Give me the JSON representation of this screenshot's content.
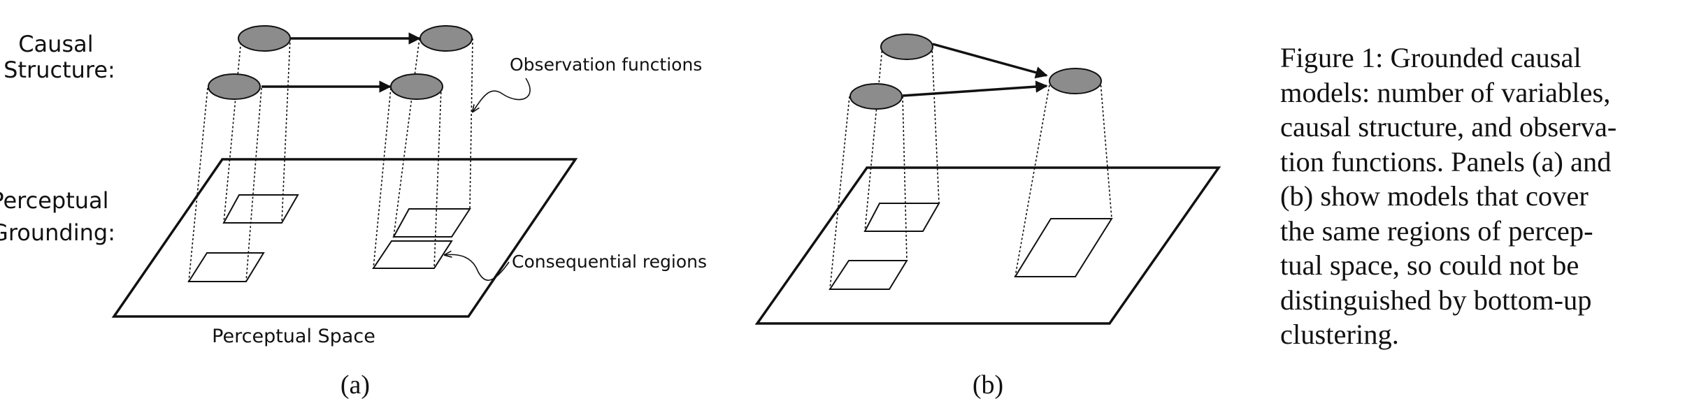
{
  "panel_a": {
    "label_causal": [
      "Causal",
      "Structure:"
    ],
    "label_perceptual": [
      "Perceptual",
      "Grounding:"
    ],
    "annotation_observation": "Observation functions",
    "annotation_regions": "Consequential regions",
    "space_label": "Perceptual Space",
    "panel_label": "(a)"
  },
  "panel_b": {
    "panel_label": "(b)"
  },
  "caption": {
    "lines": [
      "Figure 1: Grounded causal",
      "models: number of variables,",
      "causal structure, and observa-",
      "tion functions. Panels (a) and",
      "(b) show models that cover",
      "the same regions of percep-",
      "tual space, so could not be",
      "distinguished by bottom-up",
      "clustering."
    ]
  },
  "colors": {
    "node_fill": "#8c8c8c",
    "stroke": "#111111"
  }
}
